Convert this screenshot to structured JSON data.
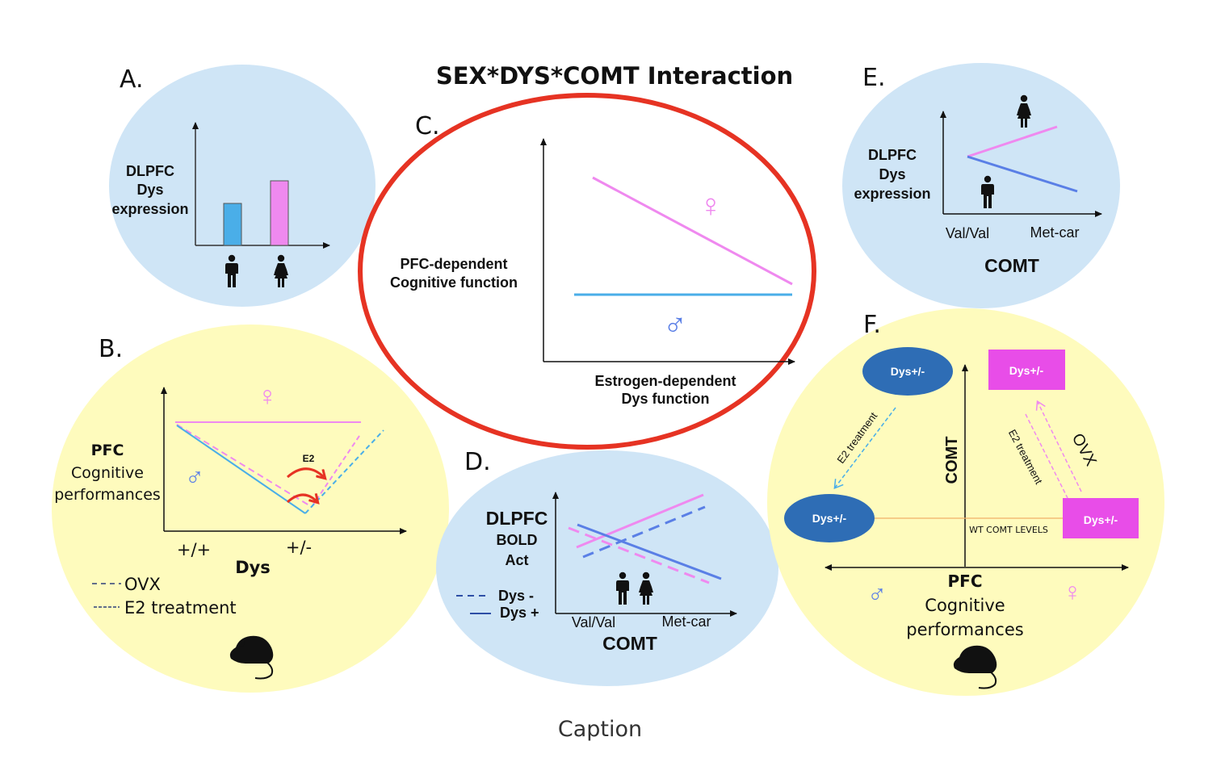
{
  "title": "SEX*DYS*COMT Interaction",
  "caption": "Caption",
  "colors": {
    "blue_circle": "#cfe5f6",
    "yellow_circle": "#fefbbd",
    "red_ring": "#e63323",
    "male_blue": "#4aaee8",
    "female_pink": "#ef89ef",
    "line_blue": "#5a7fe6",
    "dark_blue_ellipse": "#2e6db5",
    "magenta_box": "#e84de8",
    "arrow_red": "#e63323",
    "orange_line": "#f2b06a"
  },
  "panels": {
    "A": {
      "label": "A.",
      "ylabel": [
        "DLPFC",
        "Dys",
        "expression"
      ],
      "bars": [
        {
          "name": "male",
          "icon": "male-person-icon",
          "relative_value": 0.52
        },
        {
          "name": "female",
          "icon": "female-person-icon",
          "relative_value": 0.8
        }
      ]
    },
    "B": {
      "label": "B.",
      "ylabel_bold": "PFC",
      "ylabel": [
        "Cognitive",
        "performances"
      ],
      "xlabel": "Dys",
      "xticks": [
        "+/+",
        "+/-"
      ],
      "female_symbol": "♀",
      "male_symbol": "♂",
      "arrow_label": "E2",
      "legend": [
        {
          "style": "- - -",
          "label": "OVX"
        },
        {
          "style": "----",
          "label": "E2 treatment"
        }
      ],
      "animal_icon": "mouse-icon"
    },
    "C": {
      "label": "C.",
      "ylabel": [
        "PFC-dependent",
        "Cognitive function"
      ],
      "xlabel": [
        "Estrogen-dependent",
        "Dys function"
      ],
      "female_symbol": "♀",
      "male_symbol": "♂"
    },
    "D": {
      "label": "D.",
      "ylabel": [
        "DLPFC",
        "BOLD",
        "Act"
      ],
      "xlabel": "COMT",
      "xticks": [
        "Val/Val",
        "Met-car"
      ],
      "legend": [
        {
          "style": "dashed",
          "label": "Dys -"
        },
        {
          "style": "solid",
          "label": "Dys +"
        }
      ]
    },
    "E": {
      "label": "E.",
      "ylabel": [
        "DLPFC",
        "Dys",
        "expression"
      ],
      "xlabel": "COMT",
      "xticks": [
        "Val/Val",
        "Met-car"
      ]
    },
    "F": {
      "label": "F.",
      "nodes": [
        {
          "label": "Dys+/-",
          "shape": "ellipse",
          "sex": "male",
          "position": "top-left"
        },
        {
          "label": "Dys+/-",
          "shape": "ellipse",
          "sex": "male",
          "position": "bottom-left"
        },
        {
          "label": "Dys+/-",
          "shape": "box",
          "sex": "female",
          "position": "top-right"
        },
        {
          "label": "Dys+/-",
          "shape": "box",
          "sex": "female",
          "position": "bottom-right"
        }
      ],
      "edge_labels": {
        "male_e2": "E2 treatment",
        "female_e2": "E2 treatment",
        "female_ovx": "OVX"
      },
      "yaxis_label": "COMT",
      "baseline_label": "WT COMT LEVELS",
      "xlabel_bold": "PFC",
      "xlabel": [
        "Cognitive",
        "performances"
      ],
      "male_symbol": "♂",
      "female_symbol": "♀",
      "animal_icon": "mouse-icon"
    }
  }
}
